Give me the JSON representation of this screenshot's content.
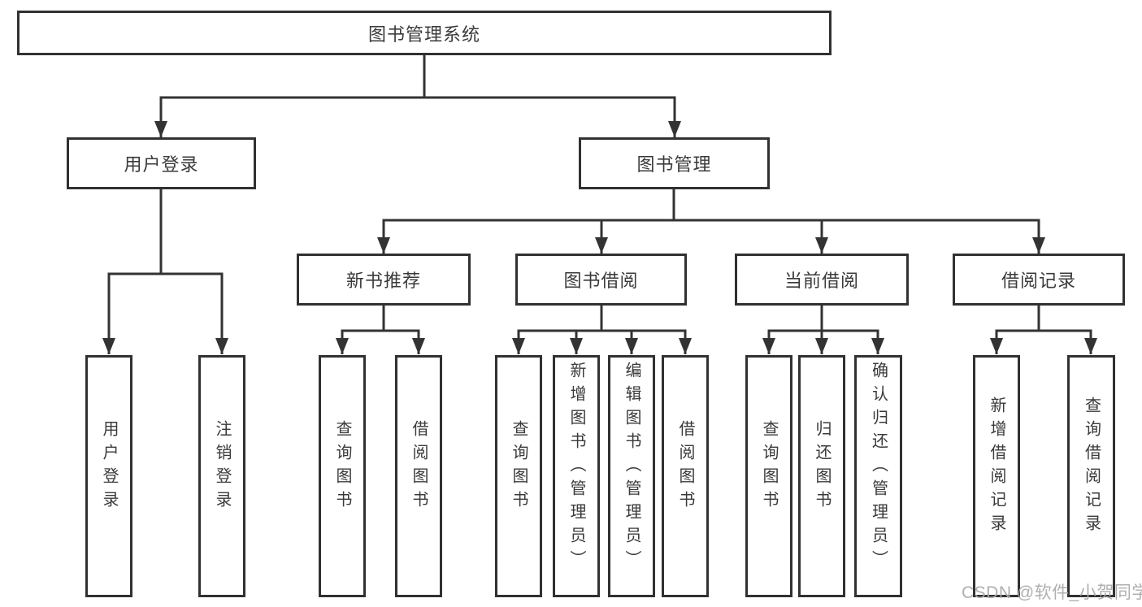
{
  "tree": {
    "root": "图书管理系统",
    "level2": [
      "用户登录",
      "图书管理"
    ],
    "level3": [
      "新书推荐",
      "图书借阅",
      "当前借阅",
      "借阅记录"
    ],
    "leaves_user": [
      "用户登录",
      "注销登录"
    ],
    "leaves_newbooks": [
      "查询图书",
      "借阅图书"
    ],
    "leaves_borrow": [
      "查询图书",
      "新增图书（管理员）",
      "编辑图书（管理员）",
      "借阅图书"
    ],
    "leaves_current": [
      "查询图书",
      "归还图书",
      "确认归还（管理员）"
    ],
    "leaves_records": [
      "新增借阅记录",
      "查询借阅记录"
    ]
  },
  "watermark": {
    "text": "CSDN @软件_小贺同学",
    "color": "#ababab"
  },
  "colors": {
    "line": "#333333",
    "box_border": "#313131",
    "text": "#3a3a3a",
    "background": "#ffffff"
  }
}
